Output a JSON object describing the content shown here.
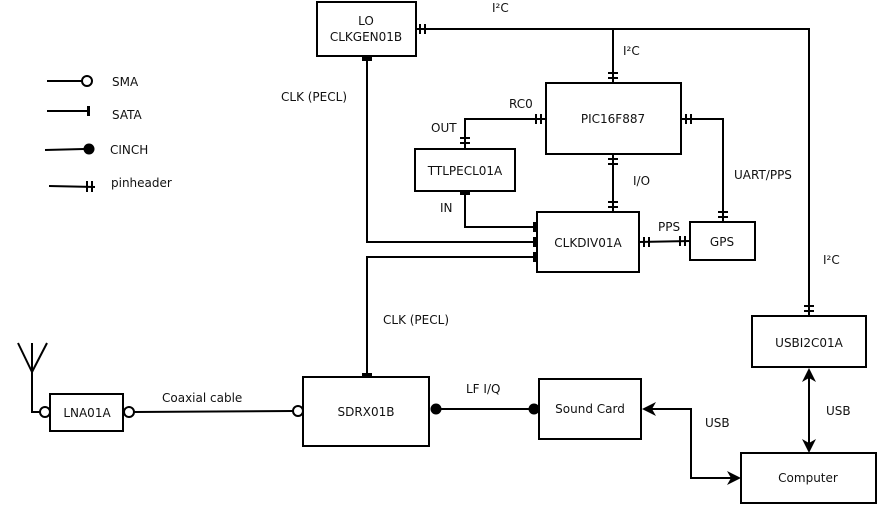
{
  "legend": {
    "items": [
      {
        "symbol": "sma",
        "label": "SMA"
      },
      {
        "symbol": "sata",
        "label": "SATA"
      },
      {
        "symbol": "cinch",
        "label": "CINCH"
      },
      {
        "symbol": "pinheader",
        "label": "pinheader"
      }
    ]
  },
  "blocks": {
    "clkgen": {
      "line1": "LO",
      "line2": "CLKGEN01B"
    },
    "pic": {
      "label": "PIC16F887"
    },
    "ttlpecl": {
      "label": "TTLPECL01A"
    },
    "clkdiv": {
      "label": "CLKDIV01A"
    },
    "gps": {
      "label": "GPS"
    },
    "usbi2c": {
      "label": "USBI2C01A"
    },
    "lna": {
      "label": "LNA01A"
    },
    "sdrx": {
      "label": "SDRX01B"
    },
    "soundcard": {
      "label": "Sound Card"
    },
    "computer": {
      "label": "Computer"
    }
  },
  "connections": {
    "i2c_top": "I²C",
    "i2c_pic": "I²C",
    "i2c_usbi2c": "I²C",
    "clk_pecl_top": "CLK (PECL)",
    "clk_pecl_bottom": "CLK (PECL)",
    "rc0": "RC0",
    "out": "OUT",
    "in": "IN",
    "io": "I/O",
    "uart_pps": "UART/PPS",
    "pps": "PPS",
    "coax": "Coaxial cable",
    "lf_iq": "LF I/Q",
    "usb_soundcard": "USB",
    "usb_usbi2c": "USB"
  },
  "icons": {
    "antenna": "antenna-icon"
  }
}
